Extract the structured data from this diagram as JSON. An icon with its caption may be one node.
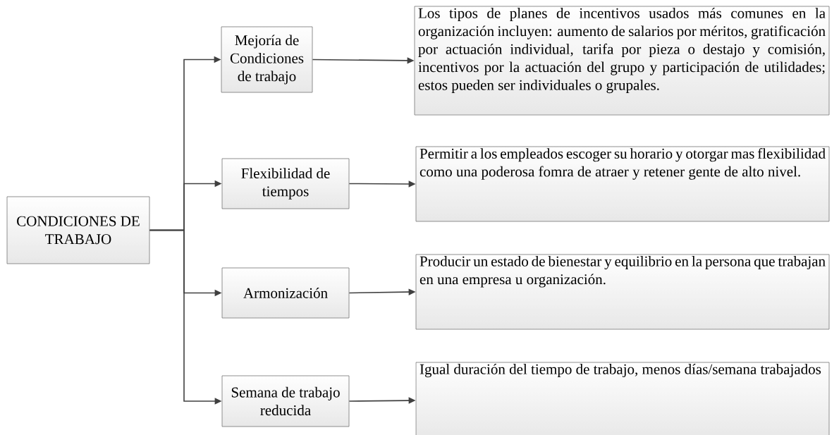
{
  "diagram": {
    "nodes": [
      {
        "text": [
          "CONDICIONES DE TRABAJO"
        ]
      },
      {
        "text": [
          "Mejoría de Condiciones de trabajo"
        ]
      },
      {
        "text": [
          "Flexibilidad de tiempos"
        ]
      },
      {
        "text": [
          "Armonización"
        ]
      },
      {
        "text": [
          "Semana de trabajo reducida"
        ]
      },
      {
        "text": [
          "Los tipos de planes de incentivos usados más comunes en la organización incluyen: aumento de salarios por méritos, gratificación por actuación individual, tarifa por pieza o destajo y comisión, incentivos por la actuación del grupo y participación de utilidades; estos pueden ser individuales o grupales."
        ]
      },
      {
        "text": [
          "Permitir a los empleados escoger su horario y otorgar mas flexibilidad como una poderosa fomra de atraer y retener gente de alto nivel."
        ]
      },
      {
        "text": [
          "Producir un estado de bienestar y equilibrio en la persona que trabajan en una empresa u organización."
        ]
      },
      {
        "text": [
          "Igual duración del tiempo de trabajo, menos días/semana trabajados"
        ]
      }
    ],
    "edges": [
      {
        "from": 0,
        "to": 1,
        "arrow": "to"
      },
      {
        "from": 0,
        "to": 2,
        "arrow": "to"
      },
      {
        "from": 0,
        "to": 3,
        "arrow": "to"
      },
      {
        "from": 0,
        "to": 4,
        "arrow": "to"
      },
      {
        "from": 1,
        "to": 5,
        "arrow": "to"
      },
      {
        "from": 2,
        "to": 6,
        "arrow": "to"
      },
      {
        "from": 3,
        "to": 7,
        "arrow": "to"
      },
      {
        "from": 4,
        "to": 8,
        "arrow": "to"
      }
    ]
  }
}
